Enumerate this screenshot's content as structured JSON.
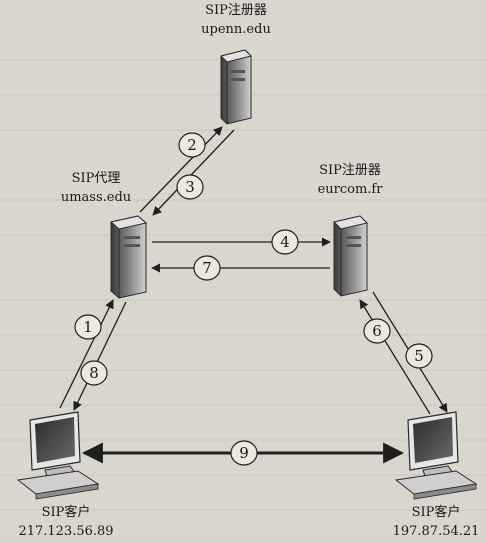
{
  "nodes": {
    "registrar_upenn": {
      "role": "SIP注册器",
      "host": "upenn.edu"
    },
    "proxy_umass": {
      "role": "SIP代理",
      "host": "umass.edu"
    },
    "registrar_eurcom": {
      "role": "SIP注册器",
      "host": "eurcom.fr"
    },
    "client_left": {
      "role": "SIP客户",
      "ip": "217.123.56.89"
    },
    "client_right": {
      "role": "SIP客户",
      "ip": "197.87.54.21"
    }
  },
  "steps": [
    "1",
    "2",
    "3",
    "4",
    "5",
    "6",
    "7",
    "8",
    "9"
  ],
  "colors": {
    "background": "#d9d6cd",
    "line": "#1f1f1f",
    "server_dark": "#4a4a4a",
    "server_light": "#c8c8c8"
  }
}
